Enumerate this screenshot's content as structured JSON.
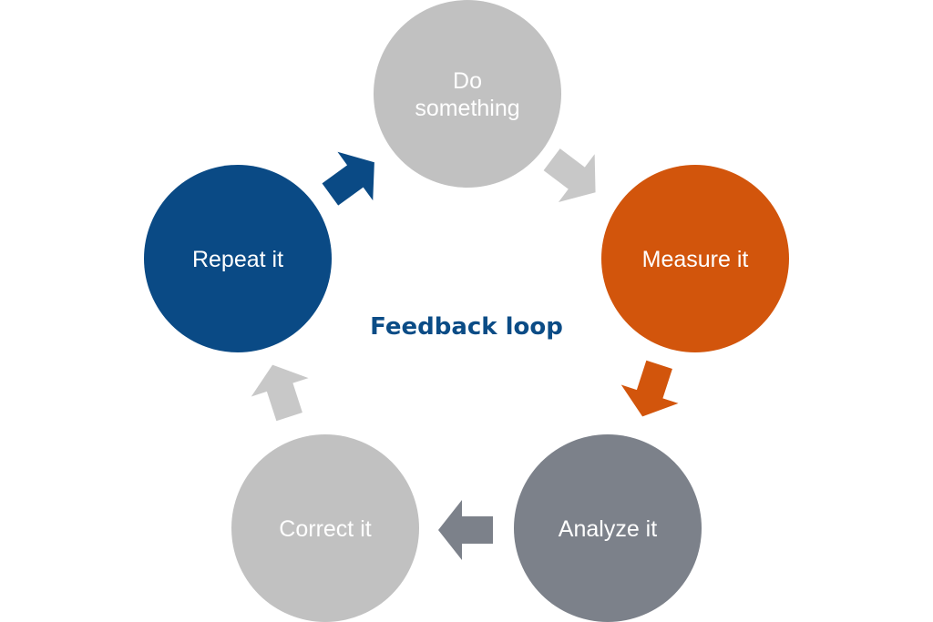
{
  "diagram": {
    "title": "Feedback loop",
    "nodes": [
      {
        "id": "do-something",
        "lines": [
          "Do",
          "something"
        ],
        "color": "#c1c1c1",
        "icon": "circle"
      },
      {
        "id": "measure-it",
        "lines": [
          "Measure it"
        ],
        "color": "#d2550c",
        "icon": "circle"
      },
      {
        "id": "analyze-it",
        "lines": [
          "Analyze it"
        ],
        "color": "#7c818a",
        "icon": "circle"
      },
      {
        "id": "correct-it",
        "lines": [
          "Correct it"
        ],
        "color": "#c1c1c1",
        "icon": "circle"
      },
      {
        "id": "repeat-it",
        "lines": [
          "Repeat it"
        ],
        "color": "#0a4a85",
        "icon": "circle"
      }
    ],
    "arrows": [
      {
        "id": "do-to-measure",
        "from": "do-something",
        "to": "measure-it",
        "color": "#c8c8c8",
        "icon": "arrow-icon"
      },
      {
        "id": "measure-to-analyze",
        "from": "measure-it",
        "to": "analyze-it",
        "color": "#d2550c",
        "icon": "arrow-icon"
      },
      {
        "id": "analyze-to-correct",
        "from": "analyze-it",
        "to": "correct-it",
        "color": "#7c818a",
        "icon": "arrow-icon"
      },
      {
        "id": "correct-to-repeat",
        "from": "correct-it",
        "to": "repeat-it",
        "color": "#c8c8c8",
        "icon": "arrow-icon"
      },
      {
        "id": "repeat-to-do",
        "from": "repeat-it",
        "to": "do-something",
        "color": "#0a4a85",
        "icon": "arrow-icon"
      }
    ],
    "title_color": "#0b4c86",
    "label_color": "#ffffff"
  }
}
